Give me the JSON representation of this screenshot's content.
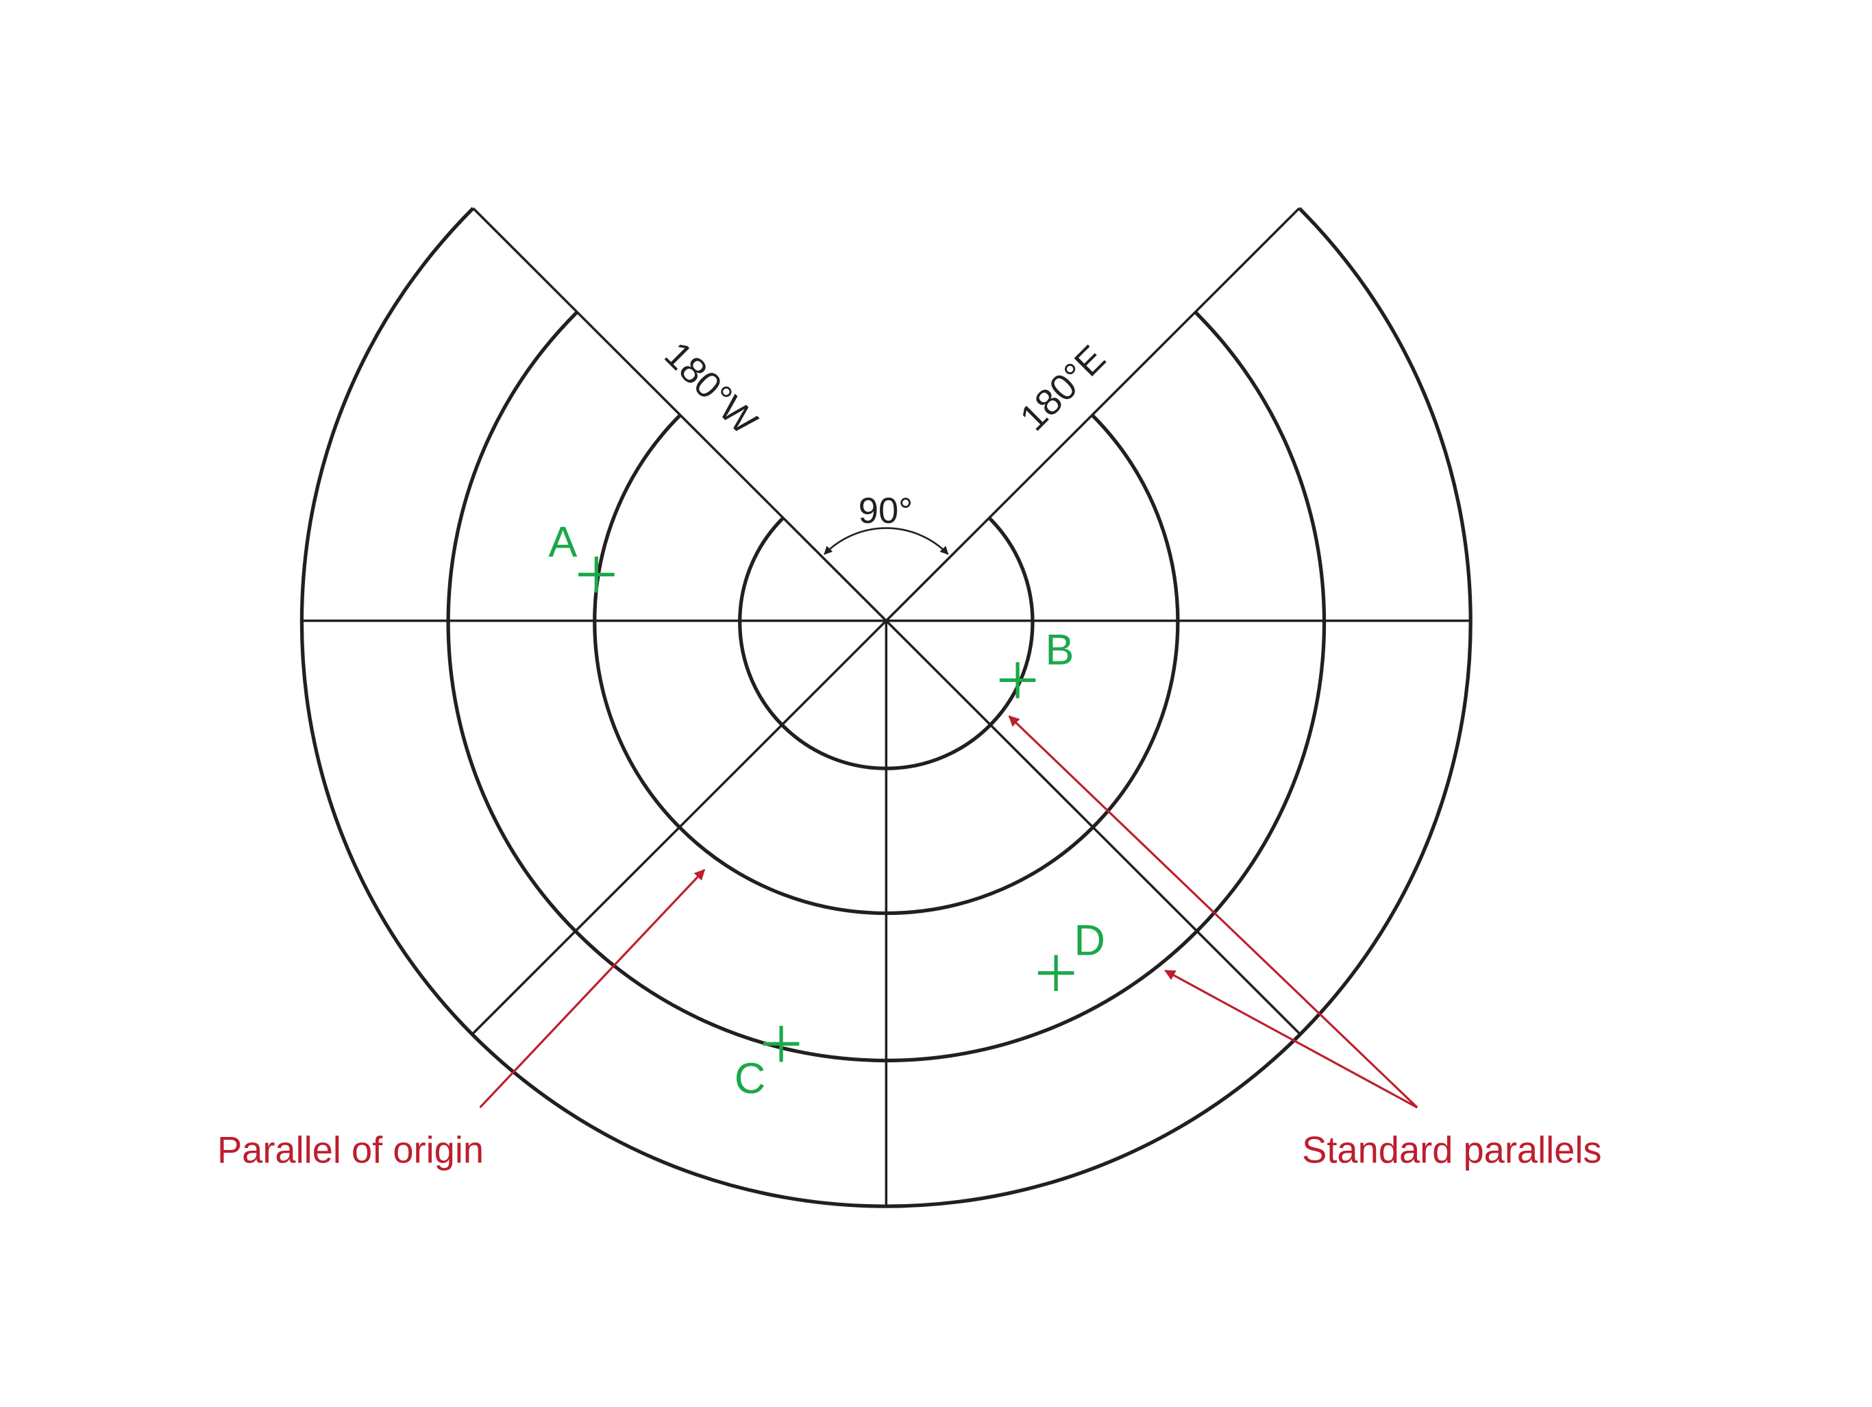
{
  "diagram": {
    "labels": {
      "meridian_west": "180°W",
      "meridian_east": "180°E",
      "angle": "90°"
    },
    "points": [
      {
        "id": "A",
        "label": "A"
      },
      {
        "id": "B",
        "label": "B"
      },
      {
        "id": "C",
        "label": "C"
      },
      {
        "id": "D",
        "label": "D"
      }
    ],
    "annotations": {
      "parallel_of_origin": "Parallel of origin",
      "standard_parallels": "Standard parallels"
    },
    "colors": {
      "lines": "#231f20",
      "points": "#1ba84a",
      "annotations": "#be1e2d"
    }
  }
}
